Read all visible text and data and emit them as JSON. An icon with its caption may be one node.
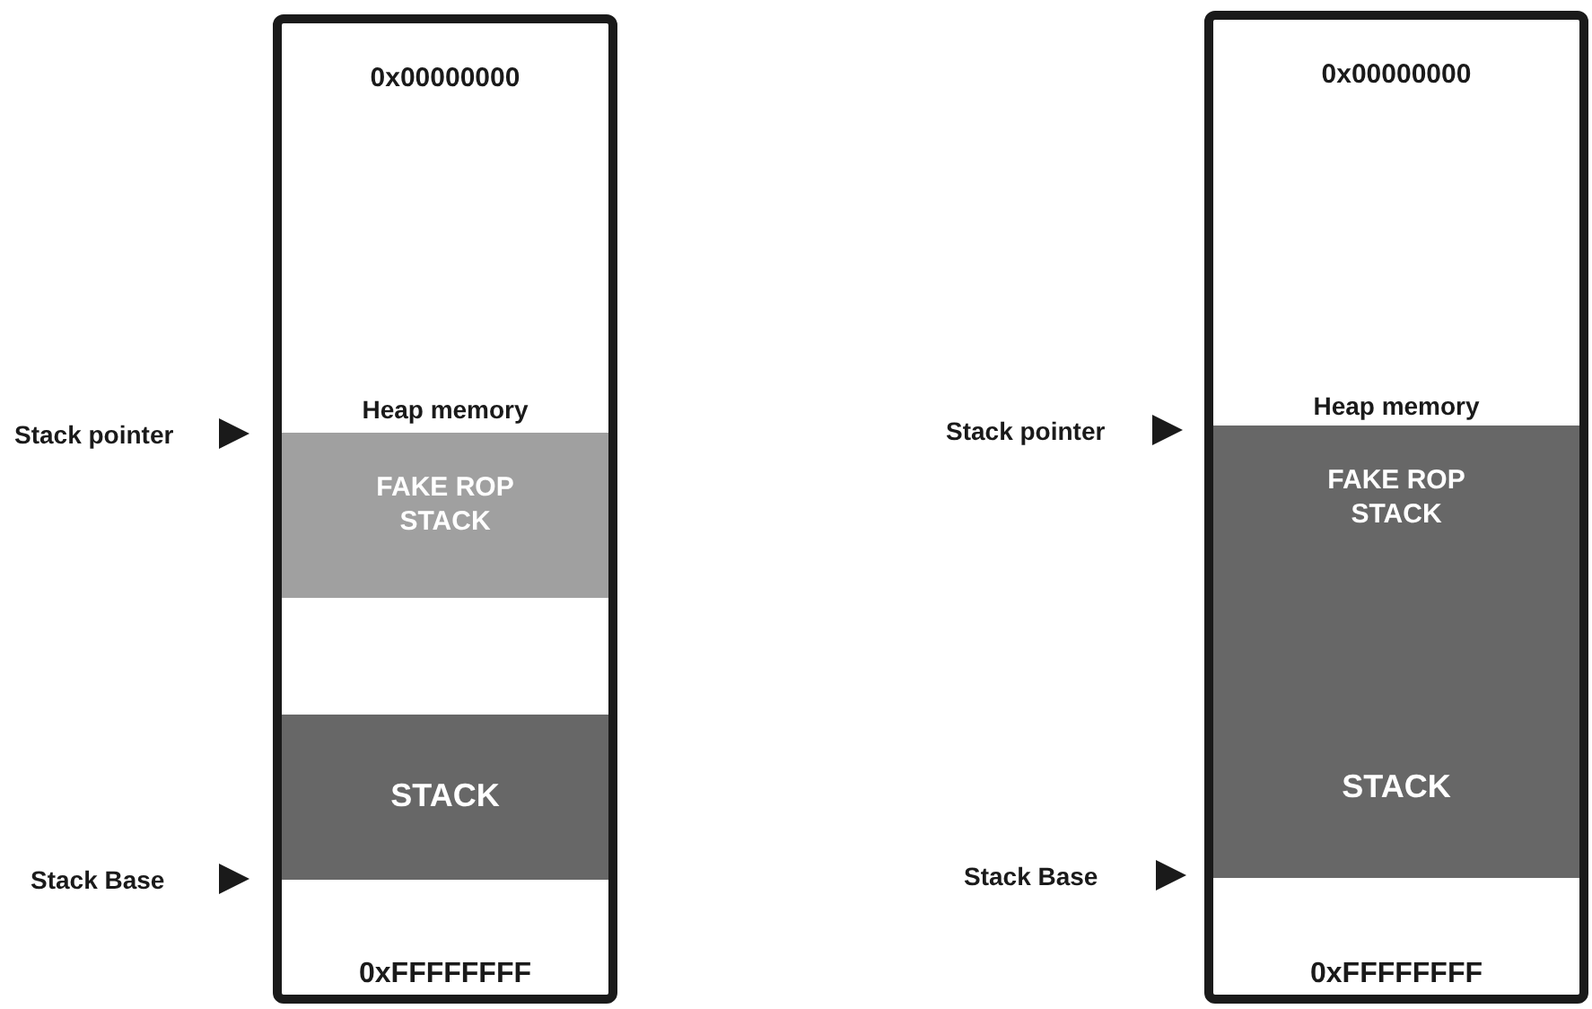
{
  "diagram": {
    "nodes": [
      {
        "text": [
          "0x00000000",
          "Heap memory",
          "0xFFFFFFFF"
        ]
      },
      {
        "text": [
          "FAKE ROP STACK"
        ],
        "in": 0
      },
      {
        "text": [
          "STACK"
        ],
        "in": 0
      },
      {
        "text": [
          "0x00000000",
          "Heap memory",
          "0xFFFFFFFF"
        ]
      },
      {
        "text": [
          "FAKE ROP STACK",
          "STACK"
        ],
        "in": 3
      }
    ],
    "labels": [
      "Stack pointer",
      "Stack Base",
      "Stack pointer",
      "Stack Base"
    ]
  }
}
